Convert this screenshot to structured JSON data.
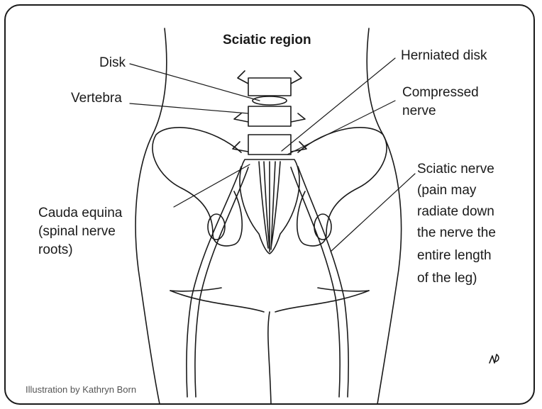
{
  "title": "Sciatic region",
  "labels": {
    "disk": "Disk",
    "vertebra": "Vertebra",
    "herniated_disk": "Herniated disk",
    "compressed_nerve_l1": "Compressed",
    "compressed_nerve_l2": "nerve",
    "cauda_l1": "Cauda equina",
    "cauda_l2": "(spinal nerve",
    "cauda_l3": "roots)",
    "sciatic_l1": "Sciatic nerve",
    "sciatic_l2": "(pain may",
    "sciatic_l3": "radiate down",
    "sciatic_l4": "the nerve the",
    "sciatic_l5": "entire length",
    "sciatic_l6": "of the leg)"
  },
  "credit": "Illustration by Kathryn Born",
  "colors": {
    "line": "#1a1a1a",
    "border": "#1a1a1a",
    "background": "#ffffff"
  }
}
